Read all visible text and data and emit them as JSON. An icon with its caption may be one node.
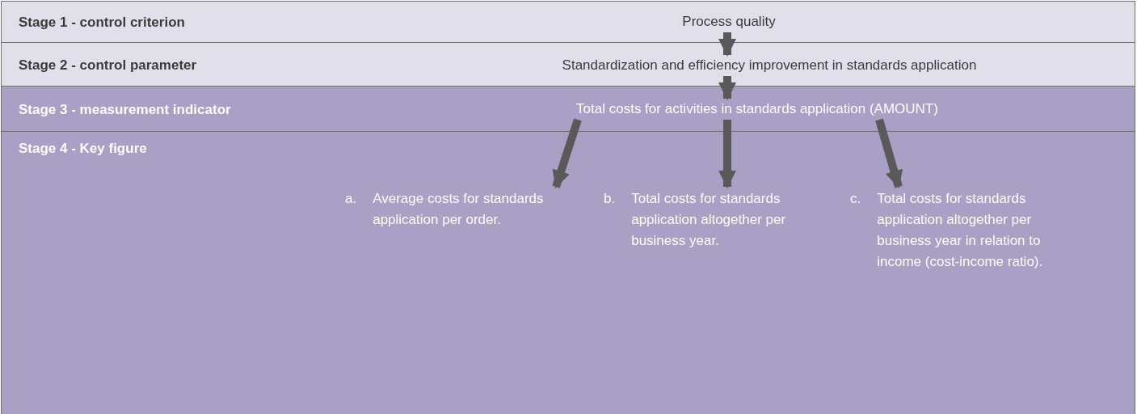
{
  "diagram": {
    "nodes": [
      {
        "text": [
          "Stage 1 - control criterion"
        ]
      },
      {
        "text": [
          "Process quality"
        ],
        "in": 0
      },
      {
        "text": [
          "Stage 2 - control parameter"
        ]
      },
      {
        "text": [
          "Standardization and efficiency improvement in standards application"
        ],
        "in": 2
      },
      {
        "text": [
          "Stage 3 - measurement indicator"
        ]
      },
      {
        "text": [
          "Total costs for activities in standards application (AMOUNT)"
        ],
        "in": 4
      },
      {
        "text": [
          "Stage 4 - Key figure"
        ]
      },
      {
        "text": [
          "a.",
          "Average costs for standards application per order."
        ],
        "in": 6
      },
      {
        "text": [
          "b.",
          "Total costs for standards application altogether per business year."
        ],
        "in": 6
      },
      {
        "text": [
          "c.",
          "Total costs for standards application altogether per business year in relation to income (cost-income ratio)."
        ],
        "in": 6
      }
    ],
    "edges": [
      {
        "from": 1,
        "to": 3,
        "arrow": "to"
      },
      {
        "from": 3,
        "to": 5,
        "arrow": "to"
      },
      {
        "from": 5,
        "to": 7,
        "arrow": "to"
      },
      {
        "from": 5,
        "to": 8,
        "arrow": "to"
      },
      {
        "from": 5,
        "to": 9,
        "arrow": "to"
      }
    ]
  }
}
